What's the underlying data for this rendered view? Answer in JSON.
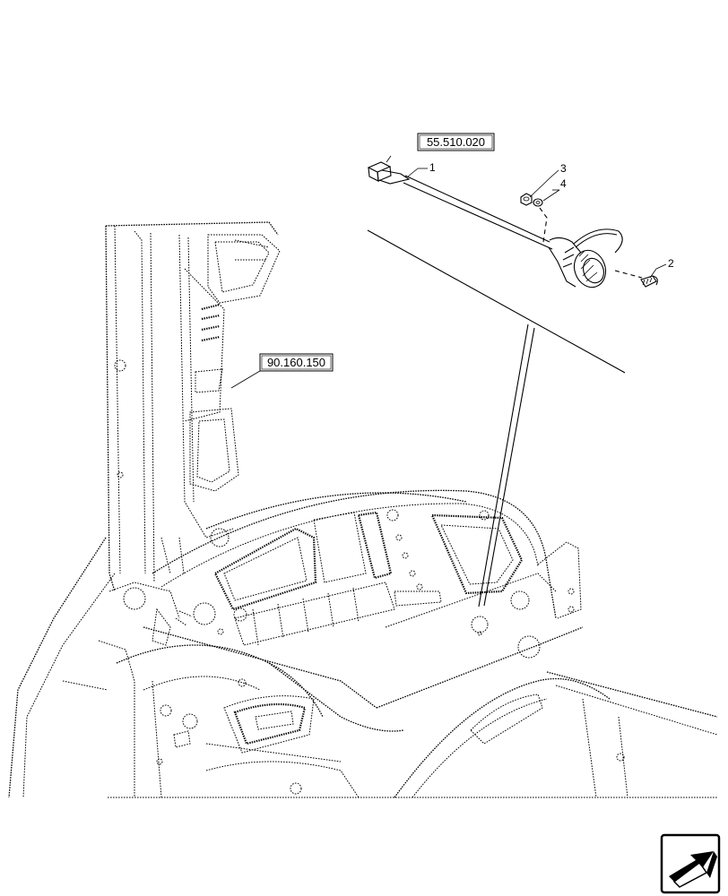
{
  "references": {
    "ref_top": "55.510.020",
    "ref_mid": "90.160.150"
  },
  "callouts": {
    "c1": "1",
    "c2": "2",
    "c3": "3",
    "c4": "4"
  },
  "icons": {
    "nav": "next-page-arrow-icon"
  }
}
